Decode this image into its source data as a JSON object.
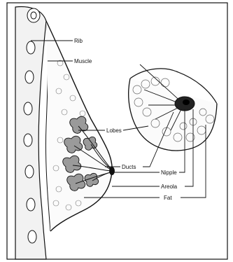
{
  "labels": {
    "rib": "Rib",
    "muscle": "Muscle",
    "lobes": "Lobes",
    "ducts": "Ducts",
    "nipple": "Nipple",
    "areola": "Areola",
    "fat": "Fat"
  },
  "colors": {
    "ink": "#111111",
    "paper": "#ffffff",
    "shade": "#9a9a9a"
  }
}
